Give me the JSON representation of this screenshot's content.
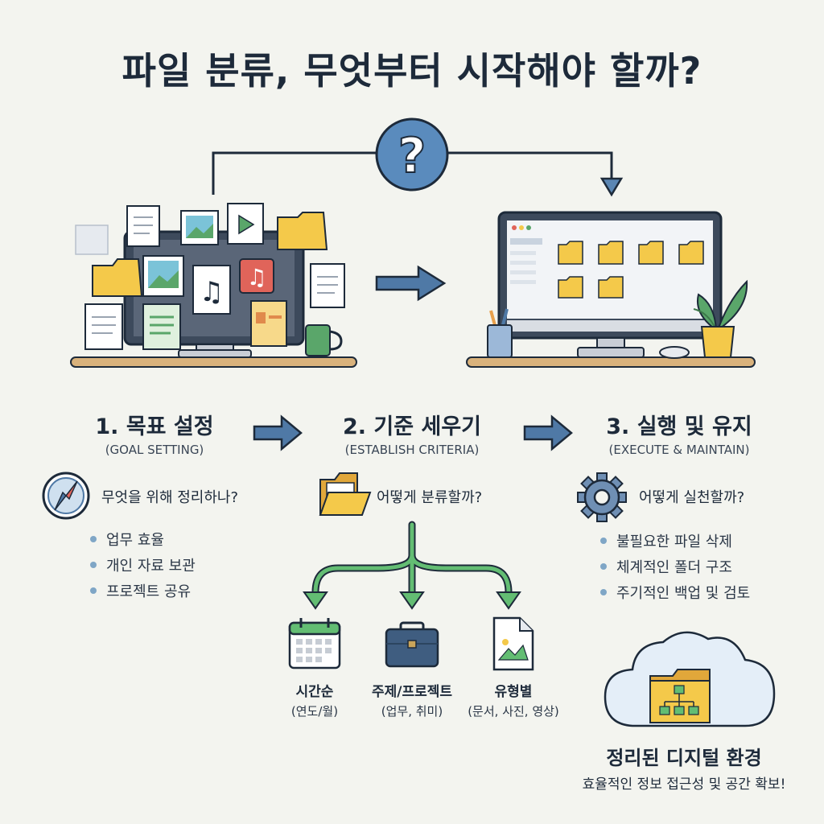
{
  "title": "파일 분류, 무엇부터 시작해야 할까?",
  "steps": [
    {
      "title": "1. 목표 설정",
      "subtitle": "(GOAL SETTING)",
      "question": "무엇을 위해 정리하나?",
      "icon": "compass-icon",
      "bullets": [
        "업무 효율",
        "개인 자료 보관",
        "프로젝트 공유"
      ]
    },
    {
      "title": "2. 기준 세우기",
      "subtitle": "(ESTABLISH CRITERIA)",
      "question": "어떻게 분류할까?",
      "icon": "folder-icon",
      "categories": [
        {
          "label": "시간순",
          "sub": "(연도/월)",
          "icon": "calendar-icon"
        },
        {
          "label": "주제/프로젝트",
          "sub": "(업무, 취미)",
          "icon": "briefcase-icon"
        },
        {
          "label": "유형별",
          "sub": "(문서, 사진, 영상)",
          "icon": "image-file-icon"
        }
      ]
    },
    {
      "title": "3. 실행 및 유지",
      "subtitle": "(EXECUTE & MAINTAIN)",
      "question": "어떻게 실천할까?",
      "icon": "gear-icon",
      "bullets": [
        "불필요한 파일 삭제",
        "체계적인 폴더 구조",
        "주기적인 백업 및 검토"
      ]
    }
  ],
  "result": {
    "title": "정리된 디지털 환경",
    "subtitle": "효율적인 정보 접근성 및 공간 확보!",
    "icon": "cloud-folder-icon"
  },
  "colors": {
    "navy": "#1d2a3a",
    "folder_yellow": "#f4c94a",
    "arrow_blue": "#4f79a6",
    "tree_green": "#57b06a",
    "desk_wood": "#d9b27c"
  }
}
